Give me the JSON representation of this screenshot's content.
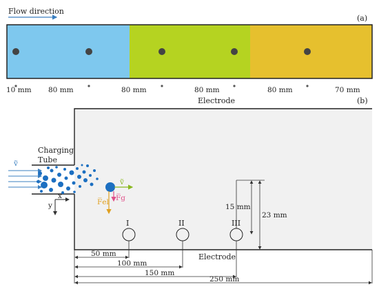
{
  "panel_a": {
    "flow_label": "Flow direction",
    "panel_label": "(a)",
    "colors": {
      "zone1": "#7ec8ee",
      "zone2": "#b5d321",
      "zone3": "#e6c02e",
      "dot": "#444444",
      "flow_arrow": "#3a7fc0"
    },
    "spacing_labels": [
      "10 mm",
      "80 mm",
      "80 mm",
      "80 mm",
      "80 mm",
      "70 mm"
    ],
    "electrode_label": "Electrode"
  },
  "panel_b": {
    "panel_label": "(b)",
    "charging_label_1": "Charging",
    "charging_label_2": "Tube",
    "velocity_in_label": "ṽ",
    "velocity_particle_label": "ṽ",
    "electric_force_label": "F̅el",
    "gravity_force_label": "F̅g",
    "axis_x_label": "x",
    "axis_y_label": "y",
    "probes": [
      "I",
      "II",
      "III"
    ],
    "electrode_label": "Electrode",
    "dim_vertical": [
      "15 mm",
      "23 mm"
    ],
    "dim_horizontal": [
      "50 mm",
      "100 mm",
      "150 mm",
      "250 mm"
    ],
    "colors": {
      "channel_bg": "#f1f1f1",
      "particle": "#1c6fc1",
      "inflow_arrow": "#3a7fc0",
      "force_el": "#e0a020",
      "force_g": "#e0508a",
      "velocity": "#8ab820"
    }
  }
}
